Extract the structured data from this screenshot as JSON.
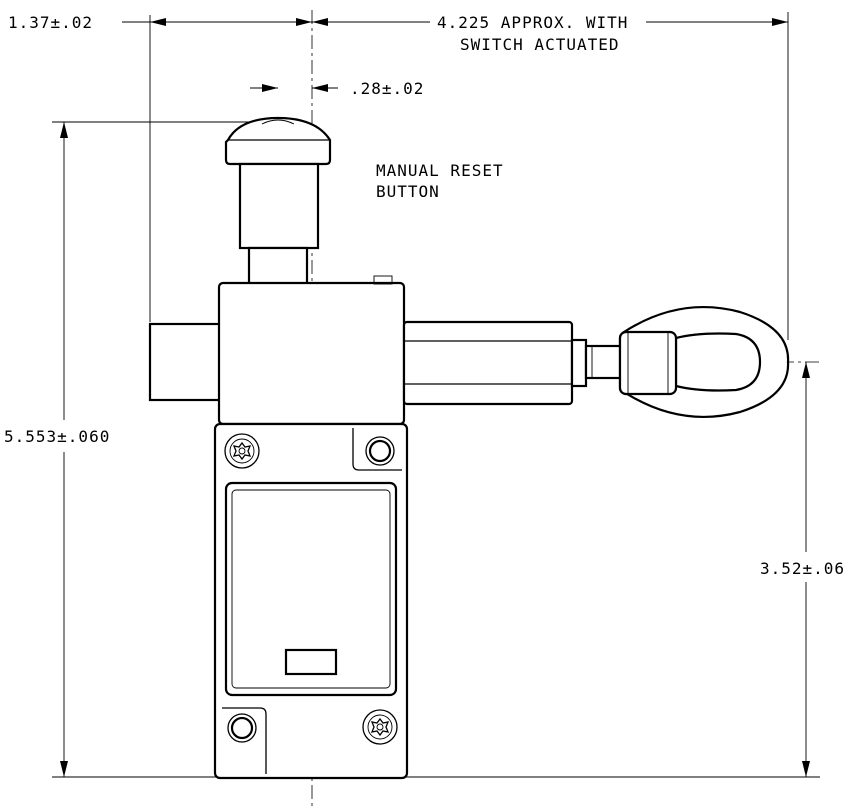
{
  "dimensions": {
    "left_offset": "1.37±.02",
    "overall_width": "4.225 APPROX. WITH",
    "overall_width_line2": "SWITCH ACTUATED",
    "button_offset": ".28±.02",
    "overall_height": "5.553±.060",
    "eye_height": "3.52±.06"
  },
  "notes": {
    "reset_label_line1": "MANUAL RESET",
    "reset_label_line2": "BUTTON"
  }
}
